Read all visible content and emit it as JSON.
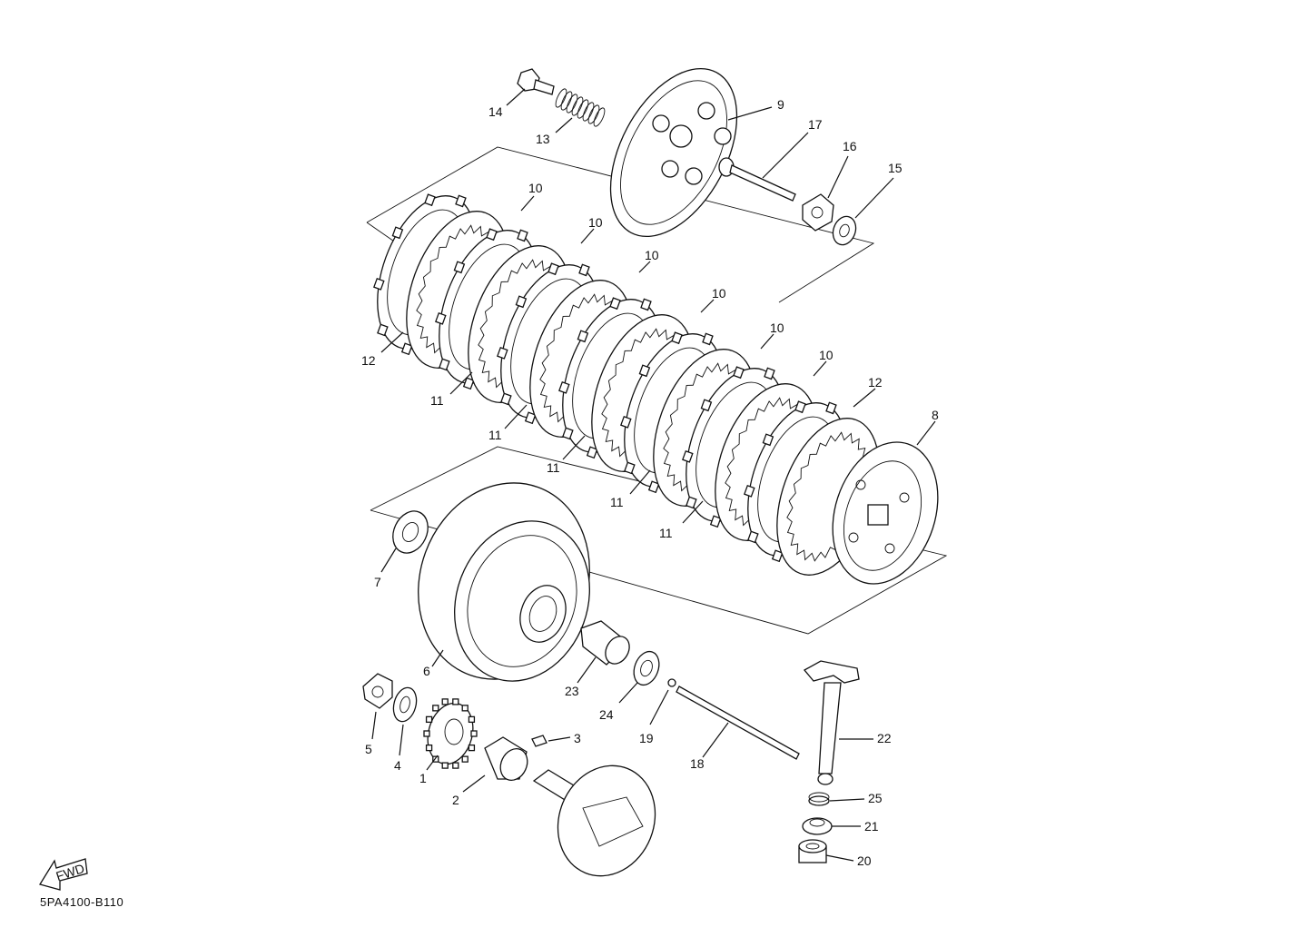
{
  "diagram_code": "5PA4100-B110",
  "fwd_label": "FWD",
  "parts": [
    {
      "id": "p1",
      "number": "1"
    },
    {
      "id": "p2",
      "number": "2"
    },
    {
      "id": "p3",
      "number": "3"
    },
    {
      "id": "p4",
      "number": "4"
    },
    {
      "id": "p5",
      "number": "5"
    },
    {
      "id": "p6",
      "number": "6"
    },
    {
      "id": "p7",
      "number": "7"
    },
    {
      "id": "p8",
      "number": "8"
    },
    {
      "id": "p9",
      "number": "9"
    },
    {
      "id": "p10a",
      "number": "10"
    },
    {
      "id": "p10b",
      "number": "10"
    },
    {
      "id": "p10c",
      "number": "10"
    },
    {
      "id": "p10d",
      "number": "10"
    },
    {
      "id": "p10e",
      "number": "10"
    },
    {
      "id": "p10f",
      "number": "10"
    },
    {
      "id": "p11a",
      "number": "11"
    },
    {
      "id": "p11b",
      "number": "11"
    },
    {
      "id": "p11c",
      "number": "11"
    },
    {
      "id": "p11d",
      "number": "11"
    },
    {
      "id": "p11e",
      "number": "11"
    },
    {
      "id": "p12a",
      "number": "12"
    },
    {
      "id": "p12b",
      "number": "12"
    },
    {
      "id": "p13",
      "number": "13"
    },
    {
      "id": "p14",
      "number": "14"
    },
    {
      "id": "p15",
      "number": "15"
    },
    {
      "id": "p16",
      "number": "16"
    },
    {
      "id": "p17",
      "number": "17"
    },
    {
      "id": "p18",
      "number": "18"
    },
    {
      "id": "p19",
      "number": "19"
    },
    {
      "id": "p20",
      "number": "20"
    },
    {
      "id": "p21",
      "number": "21"
    },
    {
      "id": "p22",
      "number": "22"
    },
    {
      "id": "p23",
      "number": "23"
    },
    {
      "id": "p24",
      "number": "24"
    },
    {
      "id": "p25",
      "number": "25"
    }
  ]
}
